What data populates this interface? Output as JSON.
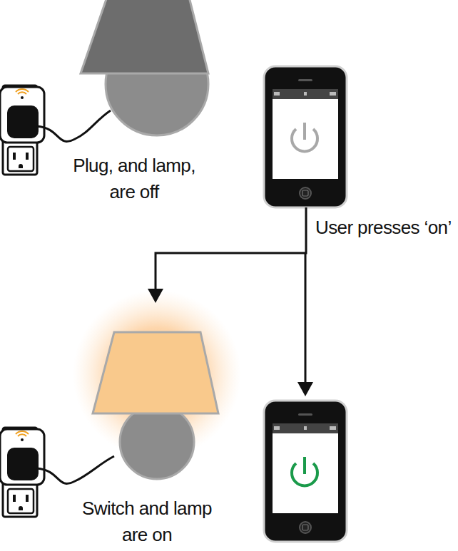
{
  "diagram": {
    "nodes": [
      {
        "text": [
          "Plug, and lamp, are off"
        ]
      },
      {
        "text": [
          "User presses ‘on’"
        ]
      },
      {
        "text": [
          "Switch and lamp are on"
        ]
      }
    ],
    "edges": [
      {
        "from": 1,
        "to": 2,
        "arrow": "to"
      }
    ]
  }
}
